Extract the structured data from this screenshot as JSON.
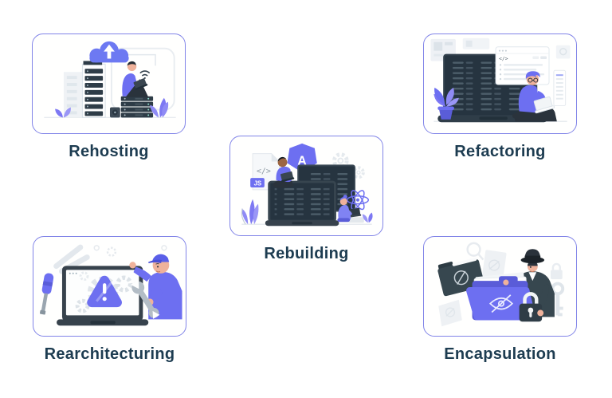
{
  "colors": {
    "card_border": "#8184e8",
    "label_text": "#1d3c51",
    "accent_purple": "#6d6ff1",
    "purple_dark": "#5a5dd8",
    "dark_slate": "#2e3c47",
    "code_screen": "#263440",
    "background": "#ffffff"
  },
  "cards": [
    {
      "id": "rehosting",
      "label": "Rehosting",
      "illustration": "servers-migrating-to-cloud",
      "icons": [
        "cloud-upload-icon",
        "server-tower-icon",
        "server-stack-icon",
        "wifi-icon",
        "plant-icon",
        "developer-figure"
      ]
    },
    {
      "id": "refactoring",
      "label": "Refactoring",
      "illustration": "developer-refactoring-code",
      "glyphs": {
        "code_tag": "</>"
      },
      "icons": [
        "code-screen-icon",
        "browser-window-icon",
        "laptop-icon",
        "plant-icon",
        "developer-figure"
      ]
    },
    {
      "id": "rebuilding",
      "label": "Rebuilding",
      "illustration": "developers-rebuilding-app",
      "glyphs": {
        "code_tag": "</>",
        "js_badge": "JS",
        "angular_letter": "A"
      },
      "icons": [
        "code-file-icon",
        "js-badge-icon",
        "angular-logo-icon",
        "react-logo-icon",
        "gear-icon",
        "code-screen-icon",
        "developer-figure"
      ]
    },
    {
      "id": "rearchitecturing",
      "label": "Rearchitecturing",
      "illustration": "engineer-repairing-system",
      "icons": [
        "laptop-icon",
        "warning-triangle-icon",
        "gear-icon",
        "wrench-icon",
        "screwdriver-icon",
        "pliers-icon",
        "engineer-figure"
      ]
    },
    {
      "id": "encapsulation",
      "label": "Encapsulation",
      "illustration": "hidden-folder-with-lock",
      "icons": [
        "folder-icon",
        "hidden-eye-icon",
        "padlock-icon",
        "key-icon",
        "magnifier-icon",
        "detective-figure"
      ]
    }
  ]
}
